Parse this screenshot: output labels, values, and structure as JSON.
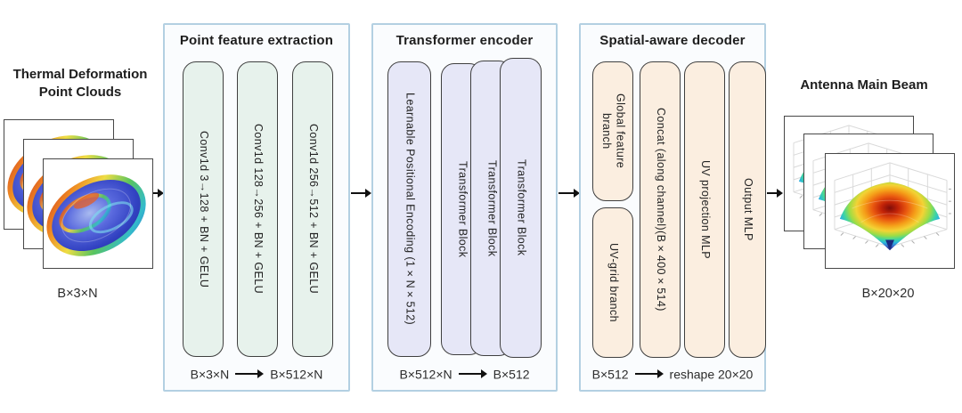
{
  "input": {
    "title_line1": "Thermal Deformation",
    "title_line2": "Point Clouds",
    "dim_label": "B×3×N"
  },
  "output": {
    "title": "Antenna Main Beam",
    "dim_label": "B×20×20"
  },
  "panels": [
    {
      "title": "Point feature extraction",
      "pills": [
        "Conv1d 3→128 + BN + GELU",
        "Conv1d 128→256 + BN + GELU",
        "Conv1d 256→512 + BN + GELU"
      ],
      "flow_from": "B×3×N",
      "flow_to": "B×512×N"
    },
    {
      "title": "Transformer encoder",
      "pills": [
        "Learnable Positional Encoding (1×N×512)",
        "Transformer Block",
        "Transformer Block",
        "Transformer Block"
      ],
      "flow_from": "B×512×N",
      "flow_to": "B×512"
    },
    {
      "title": "Spatial-aware decoder",
      "pills": [
        "Global feature\nbranch",
        "UV-grid branch",
        "Concat (along channel)(B×400×514)",
        "UV projection MLP",
        "Output MLP"
      ],
      "flow_from": "B×512",
      "flow_to": "reshape 20×20"
    }
  ],
  "colors": {
    "panel_border": "#b3d0e2",
    "conv_pill": "#e7f2ec",
    "encoder_pill": "#e6e7f7",
    "decoder_pill": "#fbeee0",
    "pill_border": "#3f3f3f",
    "arrow": "#111111"
  }
}
